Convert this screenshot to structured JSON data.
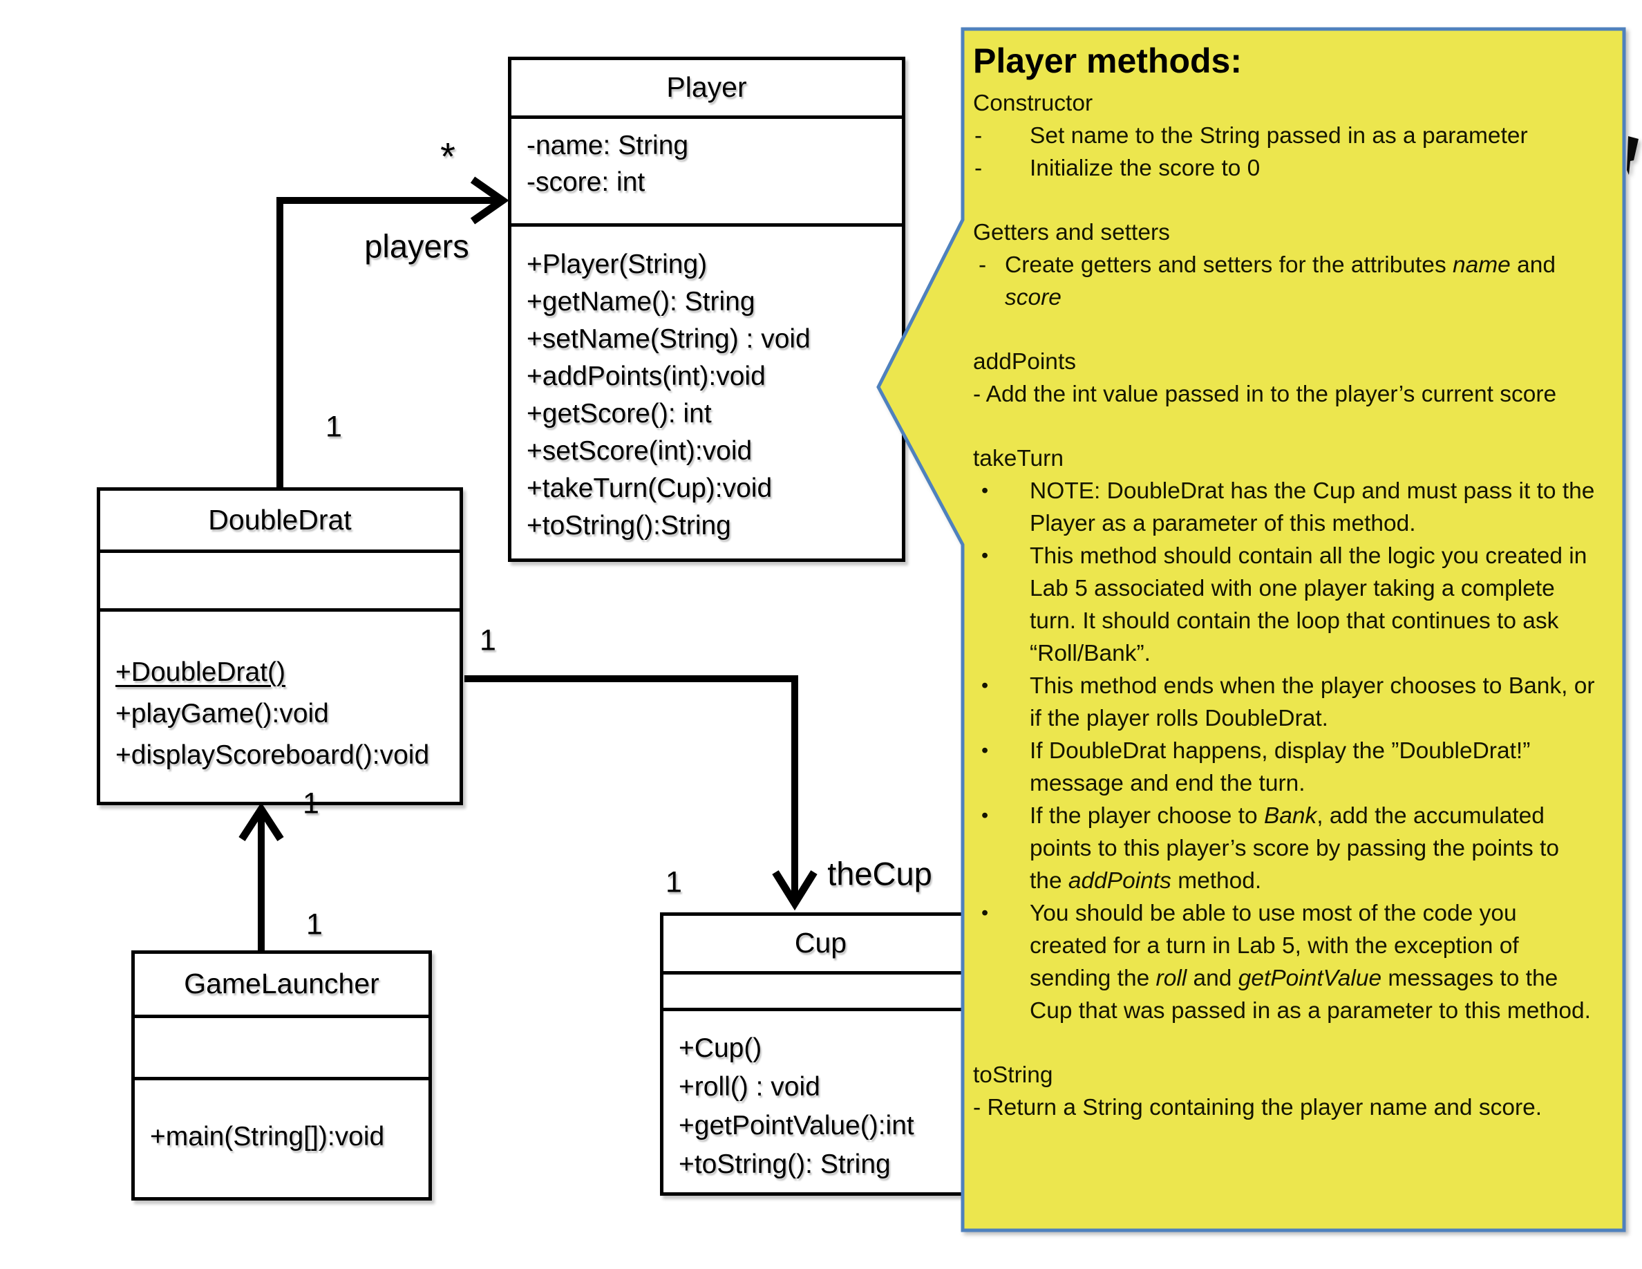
{
  "diagram": {
    "classes": [
      {
        "id": "player",
        "name": "Player",
        "attributes": [
          "-name: String",
          "-score: int"
        ],
        "methods": [
          {
            "text": "+Player(String)"
          },
          {
            "text": "+getName(): String"
          },
          {
            "text": "+setName(String) : void"
          },
          {
            "text": "+addPoints(int):void"
          },
          {
            "text": "+getScore(): int"
          },
          {
            "text": "+setScore(int):void"
          },
          {
            "text": "+takeTurn(Cup):void"
          },
          {
            "text": "+toString():String"
          }
        ]
      },
      {
        "id": "doubledrat",
        "name": "DoubleDrat",
        "attributes": [],
        "methods": [
          {
            "text": "+DoubleDrat()",
            "underline": true
          },
          {
            "text": "+playGame():void"
          },
          {
            "text": "+displayScoreboard():void"
          }
        ]
      },
      {
        "id": "gamelauncher",
        "name": "GameLauncher",
        "attributes": [],
        "methods": [
          {
            "text": "+main(String[]):void"
          }
        ]
      },
      {
        "id": "cup",
        "name": "Cup",
        "attributes": [],
        "methods": [
          {
            "text": "+Cup()"
          },
          {
            "text": "+roll() : void"
          },
          {
            "text": "+getPointValue():int"
          },
          {
            "text": "+toString(): String"
          }
        ]
      }
    ],
    "labels": {
      "players_multiplicity_star": "*",
      "players_role": "players",
      "players_multiplicity_one": "1",
      "cup_source_one": "1",
      "cup_target_one": "1",
      "cup_role": "theCup",
      "launcher_target_one": "1",
      "launcher_source_one": "1"
    }
  },
  "callout": {
    "title": "Player methods:",
    "blocks": [
      {
        "type": "heading",
        "runs": [
          {
            "t": "Constructor"
          }
        ]
      },
      {
        "type": "dashw",
        "runs": [
          {
            "t": "Set name to the String passed in as a parameter"
          }
        ]
      },
      {
        "type": "dashw",
        "runs": [
          {
            "t": "Initialize the score to 0"
          }
        ]
      },
      {
        "type": "gap"
      },
      {
        "type": "heading",
        "runs": [
          {
            "t": "Getters and setters"
          }
        ]
      },
      {
        "type": "dash",
        "runs": [
          {
            "t": "Create getters and setters for the attributes "
          },
          {
            "t": "name",
            "i": true
          },
          {
            "t": " and "
          },
          {
            "t": "score",
            "i": true
          }
        ]
      },
      {
        "type": "gap"
      },
      {
        "type": "heading",
        "runs": [
          {
            "t": "addPoints"
          }
        ]
      },
      {
        "type": "plain",
        "runs": [
          {
            "t": "- Add the int value passed in to the player’s current score"
          }
        ]
      },
      {
        "type": "gap"
      },
      {
        "type": "heading",
        "runs": [
          {
            "t": "takeTurn"
          }
        ]
      },
      {
        "type": "bullet",
        "runs": [
          {
            "t": "NOTE: DoubleDrat has the Cup and must pass it to the Player as a parameter of this method."
          }
        ]
      },
      {
        "type": "bullet",
        "runs": [
          {
            "t": "This method should contain all the logic you created in Lab 5 associated with one player taking a complete turn.  It should contain the loop that continues to ask “Roll/Bank”."
          }
        ]
      },
      {
        "type": "bullet",
        "runs": [
          {
            "t": "This method ends when the player chooses to Bank, or if the player rolls DoubleDrat."
          }
        ]
      },
      {
        "type": "bullet",
        "runs": [
          {
            "t": "If DoubleDrat happens, display the ”DoubleDrat!” message and end the turn."
          }
        ]
      },
      {
        "type": "bullet",
        "runs": [
          {
            "t": "If the player choose to "
          },
          {
            "t": "Bank",
            "i": true
          },
          {
            "t": ", add the accumulated points to this player’s score by passing the points to the "
          },
          {
            "t": "addPoints",
            "i": true
          },
          {
            "t": " method."
          }
        ]
      },
      {
        "type": "bullet",
        "runs": [
          {
            "t": "You should be able to use most of the code you created for a turn in Lab 5, with the exception of sending the "
          },
          {
            "t": "roll",
            "i": true
          },
          {
            "t": " and "
          },
          {
            "t": "getPointValue",
            "i": true
          },
          {
            "t": " messages to the Cup that was passed in as a parameter to this method."
          }
        ]
      },
      {
        "type": "gap"
      },
      {
        "type": "heading",
        "runs": [
          {
            "t": "toString"
          }
        ]
      },
      {
        "type": "plain",
        "runs": [
          {
            "t": "- Return a String containing the player name and score."
          }
        ]
      }
    ]
  },
  "colors": {
    "callout_fill": "#ece64e",
    "callout_border": "#4f81bd",
    "line_color": "#000000",
    "box_border": "#000000"
  }
}
